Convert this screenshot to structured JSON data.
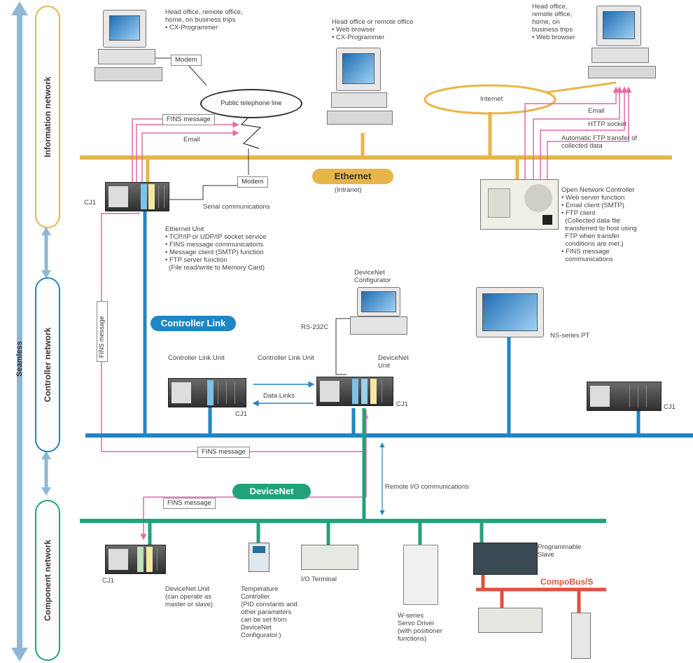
{
  "lanes": {
    "info": "Information network",
    "controller": "Controller network",
    "component": "Component network",
    "seamless": "Seamless"
  },
  "nets": {
    "ethernet": "Ethernet",
    "intranet": "(Intranet)",
    "controller_link": "Controller Link",
    "devicenet": "DeviceNet",
    "compobus": "CompoBus/S"
  },
  "labels": {
    "pc1": "Head office, remote office,\nhome, on business trips\n• CX-Programmer",
    "pc2": "Head office or remote office\n• Web browser\n• CX-Programmer",
    "pc3": "Head office,\nremote office,\nhome, on\nbusiness trips\n• Web browser",
    "modem1": "Modem",
    "modem2": "Modem",
    "phone": "Public telephone line",
    "internet": "Internet",
    "fins1": "FINS message",
    "email1": "Email",
    "email2": "Email",
    "http": "HTTP socket",
    "ftp_auto": "Automatic FTP transfer of\ncollected data",
    "serial": "Serial communications",
    "cj1_a": "CJ1",
    "eth_unit": "Ethernet Unit\n• TCP/IP or UDP/IP socket service\n• FINS message communications\n• Message client (SMTP) function\n• FTP server function\n  (File read/write to Memory Card)",
    "onc": "Open Network Controller\n• Web server function\n• Email client (SMTP)\n• FTP client\n  (Collected data file\n  transferred to host using\n  FTP when transfer\n  conditions are met.)\n• FINS message\n  communications",
    "dn_config": "DeviceNet\nConfigurator",
    "rs232": "RS-232C",
    "ns_pt": "NS-series PT",
    "clu1": "Controller Link Unit",
    "clu2": "Controller Link Unit",
    "dnu": "DeviceNet\nUnit",
    "data_links": "Data Links",
    "cj1_b": "CJ1",
    "cj1_c": "CJ1",
    "cj1_d": "CJ1",
    "fins_v": "FINS message",
    "fins2": "FINS message",
    "fins3": "FINS message",
    "remote_io": "Remote I/O communications",
    "cj1_e": "CJ1",
    "dn_unit2": "DeviceNet Unit\n(can operate as\nmaster or slave)",
    "temp": "Temperature\nController\n(PID constants and\nother parameters\ncan be set from\nDeviceNet\nConfigurator.)",
    "io_term": "I/O Terminal",
    "servo": "W-series\nServo Driver\n(with positioner\nfunctions)",
    "prog_slave": "Programmable\nSlave"
  },
  "colors": {
    "ethernet": "#e8b54a",
    "controller_link": "#1f86c4",
    "devicenet": "#22a27a",
    "compobus": "#e0503a",
    "message": "#e46aa6",
    "seamless": "#8fb7d4"
  }
}
